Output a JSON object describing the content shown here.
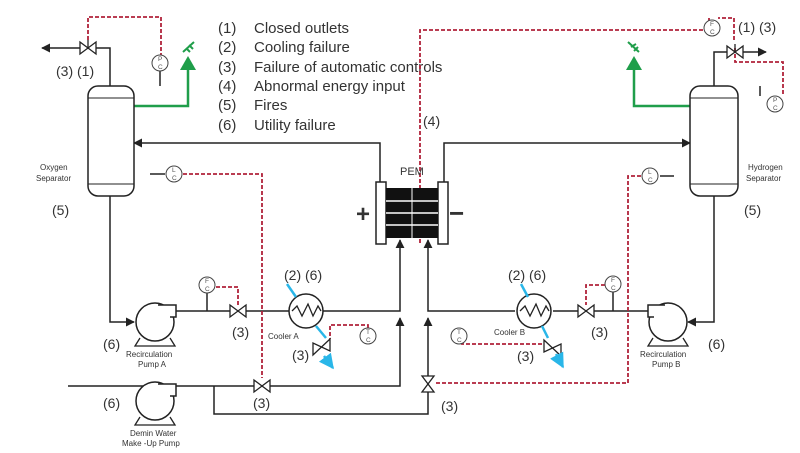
{
  "legend": [
    {
      "num": "(1)",
      "text": "Closed outlets"
    },
    {
      "num": "(2)",
      "text": "Cooling failure"
    },
    {
      "num": "(3)",
      "text": "Failure of automatic controls"
    },
    {
      "num": "(4)",
      "text": "Abnormal energy input"
    },
    {
      "num": "(5)",
      "text": "Fires"
    },
    {
      "num": "(6)",
      "text": "Utility failure"
    }
  ],
  "equipment": {
    "oxygen_separator_line1": "Oxygen",
    "oxygen_separator_line2": "Separator",
    "hydrogen_separator_line1": "Hydrogen",
    "hydrogen_separator_line2": "Separator",
    "pem": "PEM",
    "plus": "+",
    "minus": "−",
    "cooler_a": "Cooler A",
    "cooler_b": "Cooler B",
    "pump_a_line1": "Recirculation",
    "pump_a_line2": "Pump A",
    "pump_b_line1": "Recirculation",
    "pump_b_line2": "Pump B",
    "demin_line1": "Demin Water",
    "demin_line2": "Make -Up Pump"
  },
  "instruments": {
    "pc_top": "P",
    "pc_bot": "C",
    "lc_top": "L",
    "lc_bot": "C",
    "fc_top": "F",
    "fc_bot": "C",
    "tc_top": "T",
    "tc_bot": "C"
  },
  "markers": {
    "m_3_1": "(3) (1)",
    "m_1_3": "(1) (3)",
    "m_4": "(4)",
    "m_5": "(5)",
    "m_2_6": "(2) (6)",
    "m_3": "(3)",
    "m_6": "(6)"
  },
  "colors": {
    "line": "#222222",
    "signal": "#b0223a",
    "vent": "#1f9e4a",
    "cooling": "#29b6e8"
  }
}
